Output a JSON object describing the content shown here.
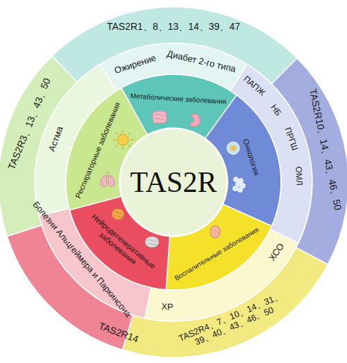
{
  "diagram": {
    "nodes": [
      {
        "text": [
          "TAS2R"
        ]
      },
      {
        "text": [
          "Метаболические заболевания"
        ]
      },
      {
        "text": [
          "TAS2R1、8、13、14、39、47",
          "Ожирение",
          "Диабет 2-го типа"
        ]
      },
      {
        "text": [
          "Онкология"
        ]
      },
      {
        "text": [
          "TAS2R10、14、43、46、50",
          "ПАПЖ",
          "НБ",
          "ПРГШ",
          "ОМЛ"
        ]
      },
      {
        "text": [
          "Воспалительные заболевания"
        ]
      },
      {
        "text": [
          "TAS2R4、7、10、14、31、39、40、43、46、50",
          "ХСО",
          "ХР"
        ]
      },
      {
        "text": [
          "Нейродегенеративные заболевания"
        ]
      },
      {
        "text": [
          "TAS2R14",
          "Болезни Альцгеймера и Паркинсона"
        ]
      },
      {
        "text": [
          "Респираторные заболевания"
        ]
      },
      {
        "text": [
          "TAS2R3、13、43、50",
          "Астма"
        ]
      }
    ]
  }
}
